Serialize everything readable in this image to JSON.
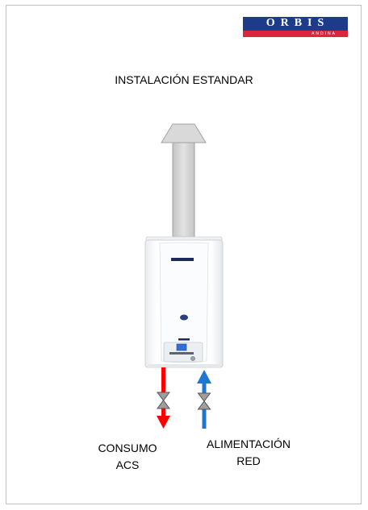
{
  "logo": {
    "name": "ORBIS",
    "sub": "ANDINA"
  },
  "title": "INSTALACIÓN ESTANDAR",
  "outlet_label": {
    "line1": "CONSUMO",
    "line2": "ACS"
  },
  "inlet_label": {
    "line1": "ALIMENTACIÓN",
    "line2": "RED"
  },
  "colors": {
    "hot_water": "#ff0000",
    "cold_water": "#1f77d0",
    "logo_blue": "#1e3a8a",
    "logo_red": "#d7263d"
  }
}
